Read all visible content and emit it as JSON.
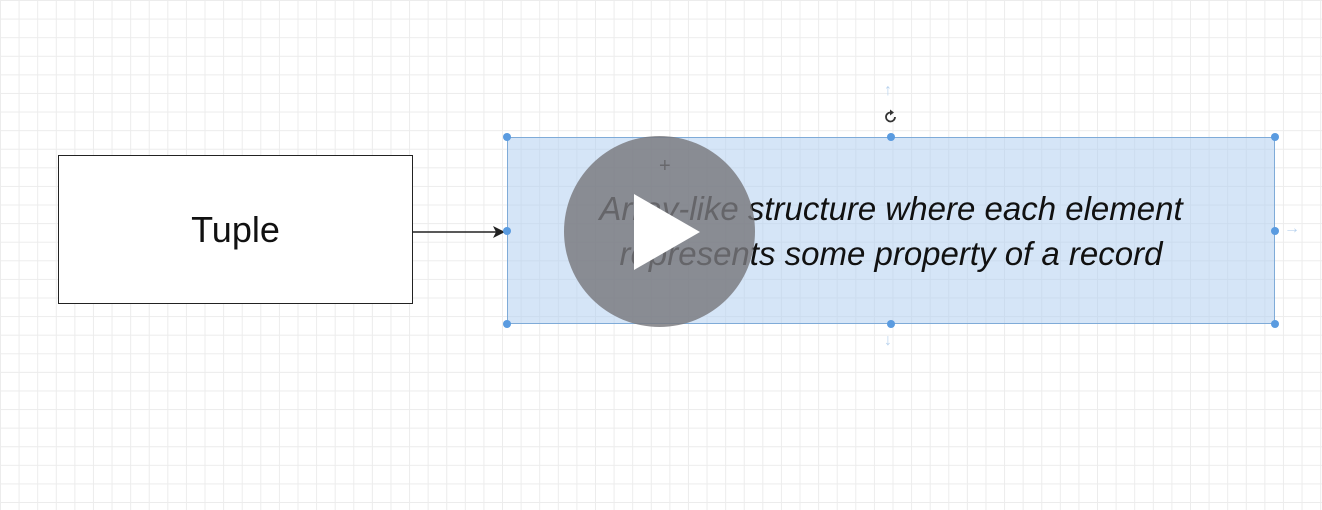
{
  "diagram": {
    "tuple_box": {
      "label": "Tuple"
    },
    "description_box": {
      "text": "Array-like structure where each element represents some property of a record",
      "selected": true
    },
    "connector": {
      "from": "tuple_box",
      "to": "description_box"
    }
  },
  "icons": {
    "rotate": "rotate-icon",
    "plus": "plus-icon",
    "play": "play-icon"
  },
  "colors": {
    "selection_fill": "#dae7f8",
    "selection_border": "#7fabd8",
    "handle": "#5a9be0",
    "play_overlay": "#78787d"
  }
}
